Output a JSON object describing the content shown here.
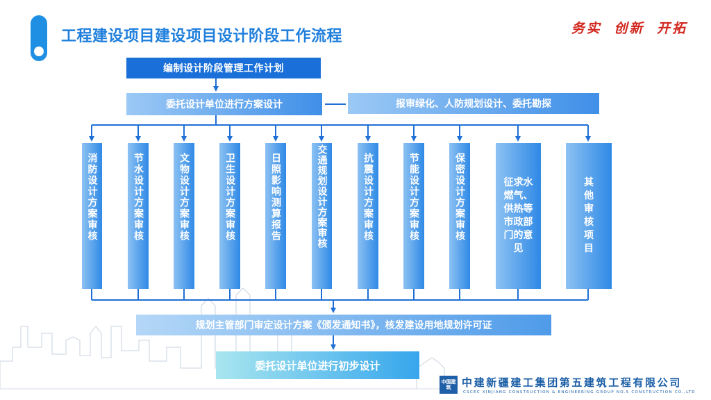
{
  "header": {
    "title": "工程建设项目建设项目设计阶段工作流程",
    "slogan": "务实 创新 开拓"
  },
  "flow": {
    "top": "编制设计阶段管理工作计划",
    "entrust": "委托设计单位进行方案设计",
    "side": "报审绿化、人防规划设计、委托勘探",
    "reviews": [
      "消防设计方案审核",
      "节水设计方案审核",
      "文物设计方案审核",
      "卫生设计方案审核",
      "日照影响测算报告",
      "交通规划设计方案审核",
      "抗震设计方案审核",
      "节能设计方案审核",
      "保密设计方案审核",
      "征求水燃气、供热等市政部门的意见",
      "其他审核项目"
    ],
    "approve": "规划主管部门审定设计方案《颁发通知书》，核发建设用地规划许可证",
    "final": "委托设计单位进行初步设计"
  },
  "footer": {
    "company": "中建新疆建工集团第五建筑工程有限公司",
    "company_en": "CSCEC XINJIANG CONSTRUCTION & ENGINEERING GROUP NO.5 CONSTRUCTION CO.,LTD",
    "logo_text": "中国建筑"
  },
  "colors": {
    "accent": "#1f7fdc",
    "slogan": "#d1261e",
    "box_dark": "#1a6fd8",
    "connector": "#1f6fd6"
  }
}
